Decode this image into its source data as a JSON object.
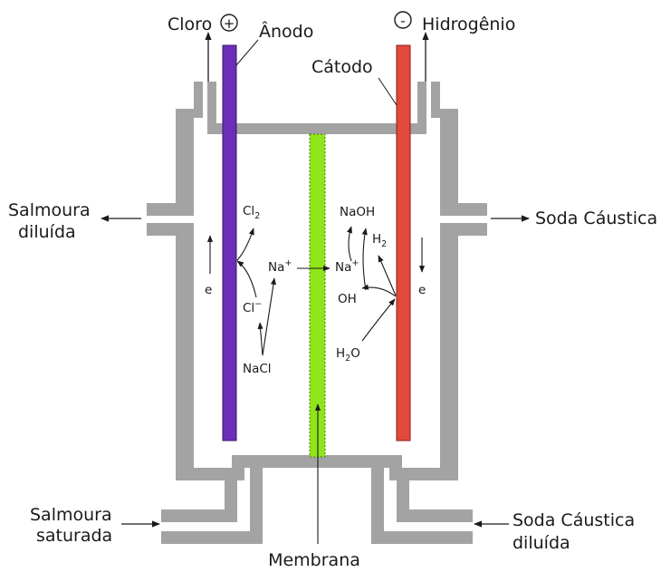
{
  "labels": {
    "cloro": "Cloro",
    "hidrogenio": "Hidrogênio",
    "anodo": "Ânodo",
    "catodo": "Cátodo",
    "salmoura_diluida_1": "Salmoura",
    "salmoura_diluida_2": "diluída",
    "soda_caustica": "Soda Cáustica",
    "salmoura_saturada_1": "Salmoura",
    "salmoura_saturada_2": "saturada",
    "soda_caustica_diluida_1": "Soda Cáustica",
    "soda_caustica_diluida_2": "diluída",
    "membrana": "Membrana",
    "plus": "+",
    "minus": "-",
    "e_left": "e",
    "e_right": "e",
    "cl2_main": "Cl",
    "cl2_sub": "2",
    "clminus_main": "Cl",
    "clminus_sup": "−",
    "nacl": "NaCl",
    "na_left_main": "Na",
    "na_left_sup": "+",
    "na_right_main": "Na",
    "na_right_sup": "+",
    "naoh": "NaOH",
    "h2_main": "H",
    "h2_sub": "2",
    "oh": "OH",
    "h2o_main": "H",
    "h2o_sub": "2",
    "h2o_end": "O"
  },
  "colors": {
    "wall": "#a3a3a3",
    "anode": "#6a2fb5",
    "cathode": "#e1493d",
    "membrane": "#8ee519",
    "text": "#1a1a1a"
  }
}
